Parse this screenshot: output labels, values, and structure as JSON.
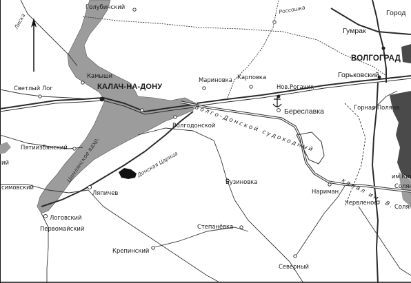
{
  "colors": {
    "water": "#9c9c9c",
    "city": "#444444",
    "rail": "#2a2a2a",
    "land": "#ffffff"
  },
  "icons": {
    "north": "north-arrow-icon",
    "anchor": "anchor-icon"
  },
  "labels": {
    "golubinsky": "Голубинский",
    "liska": "Лиска",
    "rossoshka": "Россошка",
    "gorod": "Город",
    "gumrak": "Гумрак",
    "volgograd": "ВОЛГОГРАД",
    "kamyshi": "Камыши",
    "kalach": "КАЛАЧ-НА-ДОНУ",
    "svetly_log": "Светлый Лог",
    "marinovka": "Мариновка",
    "karpovka": "Карповка",
    "nov_rogachik": "Нов.Рогачик",
    "gorkovsky": "Горьковский",
    "bereslavka": "Береславка",
    "gornaya_polyana": "Горная Поляна",
    "volgodonskoy": "Волгодонской",
    "pyatiizbyansky": "Пятиизбянский",
    "i_left": "ий",
    "tsimlyansk_res": "Цимлянское вдхр.",
    "donskaya_tsaritsa": "Донская Царица",
    "buzinovka": "Бузиновка",
    "canal_upper": "Волго-Донской судоходный",
    "canal_lower": "канал им. В.",
    "im_kir": "им.Кир",
    "solyan": "Солян",
    "solyan2": "Солян",
    "nariman": "Нариман",
    "chervlenoe": "Червленое",
    "lyapichev": "Ляпичев",
    "simovsky": "симовский",
    "logovsky": "Логовский",
    "pervomaysky": "Первомайский",
    "stepanevka": "Степанёвка",
    "krepinsky": "Крепинский",
    "severny": "Северный"
  }
}
